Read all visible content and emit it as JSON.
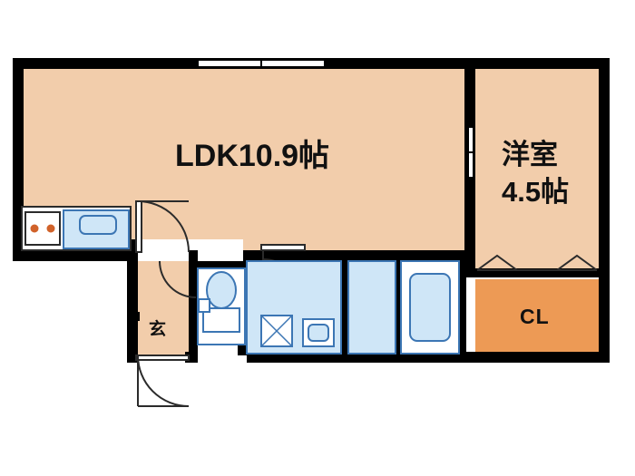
{
  "floorplan": {
    "title": "apartment-floor-plan",
    "rooms": [
      {
        "id": "ldk",
        "label": "LDK10.9帖",
        "name": "living-dining-kitchen"
      },
      {
        "id": "room1",
        "label_line1": "洋室",
        "label_line2": "4.5帖",
        "name": "western-room"
      },
      {
        "id": "closet",
        "label": "CL",
        "name": "closet"
      },
      {
        "id": "entrance",
        "label": "玄",
        "name": "entrance"
      }
    ],
    "fixtures": [
      {
        "name": "kitchen-sink"
      },
      {
        "name": "gas-stove"
      },
      {
        "name": "toilet"
      },
      {
        "name": "washbasin"
      },
      {
        "name": "washing-machine-space"
      },
      {
        "name": "bathtub"
      },
      {
        "name": "balcony-window"
      },
      {
        "name": "entrance-door"
      },
      {
        "name": "room-door"
      },
      {
        "name": "bathroom-door"
      },
      {
        "name": "toilet-door"
      }
    ],
    "colors": {
      "floor": "#f2cdab",
      "closet": "#ed9a55",
      "wall": "#000000",
      "water": "#cfe6f7",
      "fixture_outline": "#3c76b4",
      "background": "#ffffff",
      "text": "#111111"
    }
  }
}
